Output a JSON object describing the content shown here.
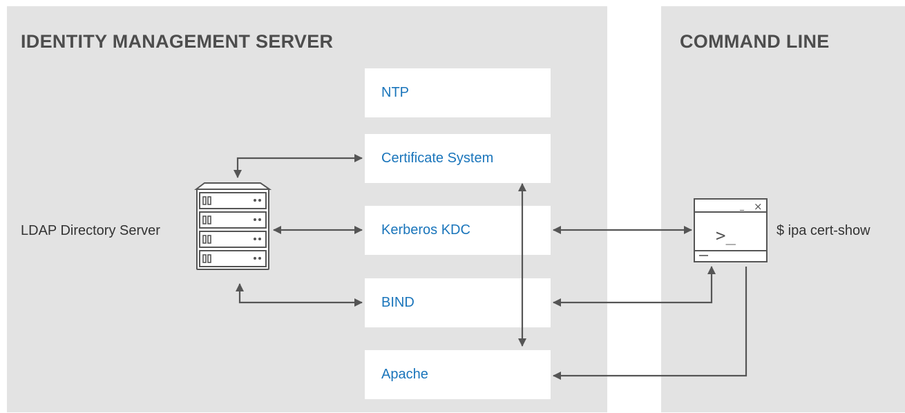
{
  "panels": {
    "idm_title": "IDENTITY MANAGEMENT SERVER",
    "cli_title": "COMMAND LINE"
  },
  "services": {
    "ntp": "NTP",
    "cert": "Certificate System",
    "kerberos": "Kerberos KDC",
    "bind": "BIND",
    "apache": "Apache"
  },
  "ldap": {
    "label": "LDAP Directory Server"
  },
  "terminal": {
    "prompt": ">_",
    "minimize": "_",
    "close": "×",
    "command": "$ ipa cert-show"
  },
  "colors": {
    "panel": "#e3e3e3",
    "service_text": "#1a75bb",
    "arrow": "#555555",
    "title": "#4d4d4d"
  }
}
